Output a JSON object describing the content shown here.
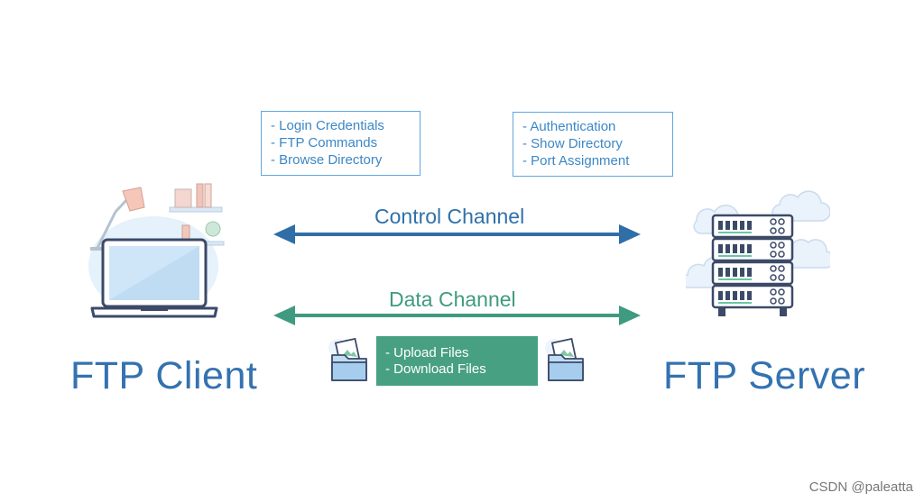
{
  "client_box": {
    "lines": [
      "- Login Credentials",
      "- FTP Commands",
      "- Browse Directory"
    ]
  },
  "server_box": {
    "lines": [
      "- Authentication",
      "- Show Directory",
      "- Port Assignment"
    ]
  },
  "control_channel": {
    "label": "Control Channel",
    "color": "#2f6ea6"
  },
  "data_channel": {
    "label": "Data Channel",
    "color": "#3f9b7f"
  },
  "files_box": {
    "lines": [
      "- Upload Files",
      "- Download Files"
    ],
    "color": "#48a082"
  },
  "client": {
    "label": "FTP Client",
    "icon": "laptop-icon"
  },
  "server": {
    "label": "FTP Server",
    "icon": "server-rack-icon"
  },
  "watermark": "CSDN @paleatta"
}
